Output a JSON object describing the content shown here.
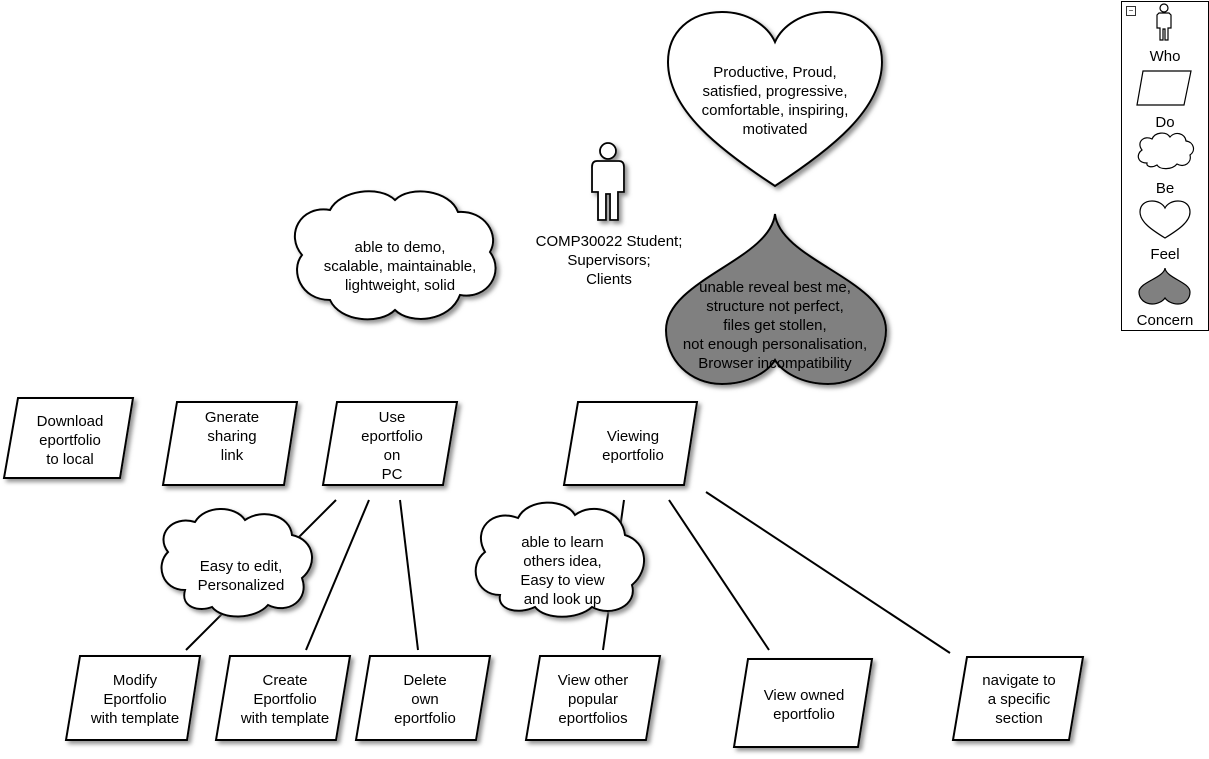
{
  "colors": {
    "fill_light": "#ffffff",
    "fill_concern": "#808080",
    "stroke": "#000000",
    "shadow": "#8a8a8a"
  },
  "who": {
    "label": "COMP30022 Student;\nSupervisors;\nClients"
  },
  "be_top": {
    "label": "able to demo,\nscalable, maintainable,\nlightweight, solid"
  },
  "feel": {
    "label": "Productive, Proud,\nsatisfied, progressive,\ncomfortable, inspiring,\nmotivated"
  },
  "concern": {
    "label": "unable reveal best me,\nstructure not perfect,\nfiles get stollen,\nnot enough personalisation,\nBrowser incompatibility"
  },
  "do": {
    "download": "Download\neportfolio\nto local",
    "sharing": "Gnerate\nsharing\nlink",
    "use_pc": "Use\neportfolio\non\nPC",
    "viewing": "Viewing\neportfolio",
    "modify": "Modify\nEportfolio\nwith template",
    "create": "Create\nEportfolio\nwith template",
    "delete": "Delete\nown\neportfolio",
    "view_popular": "View other\npopular\neportfolios",
    "view_owned": "View owned\neportfolio",
    "navigate": "navigate to\na specific\nsection"
  },
  "be_edit": {
    "label": "Easy to edit,\nPersonalized"
  },
  "be_learn": {
    "label": "able to learn\nothers idea,\nEasy to view\nand look up"
  },
  "legend": {
    "collapse_icon": "minus-box-icon",
    "items": [
      "Who",
      "Do",
      "Be",
      "Feel",
      "Concern"
    ]
  }
}
